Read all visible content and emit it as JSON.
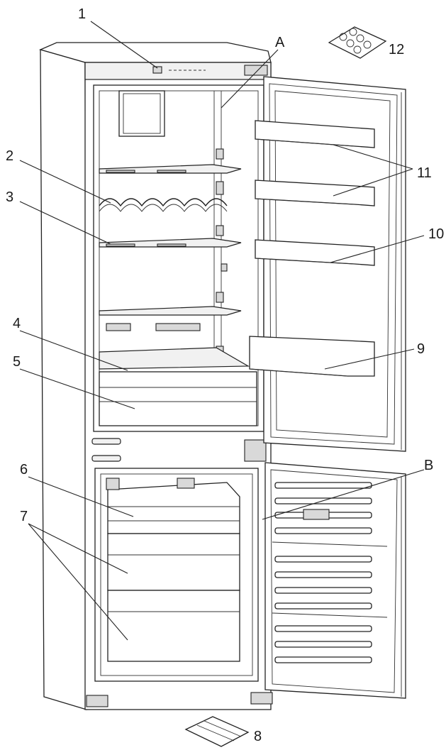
{
  "diagram": {
    "callouts": [
      {
        "id": "1",
        "text": "1"
      },
      {
        "id": "A",
        "text": "A"
      },
      {
        "id": "12",
        "text": "12"
      },
      {
        "id": "2",
        "text": "2"
      },
      {
        "id": "11",
        "text": "11"
      },
      {
        "id": "3",
        "text": "3"
      },
      {
        "id": "10",
        "text": "10"
      },
      {
        "id": "4",
        "text": "4"
      },
      {
        "id": "9",
        "text": "9"
      },
      {
        "id": "5",
        "text": "5"
      },
      {
        "id": "6",
        "text": "6"
      },
      {
        "id": "B",
        "text": "B"
      },
      {
        "id": "7",
        "text": "7"
      },
      {
        "id": "8",
        "text": "8"
      }
    ]
  }
}
